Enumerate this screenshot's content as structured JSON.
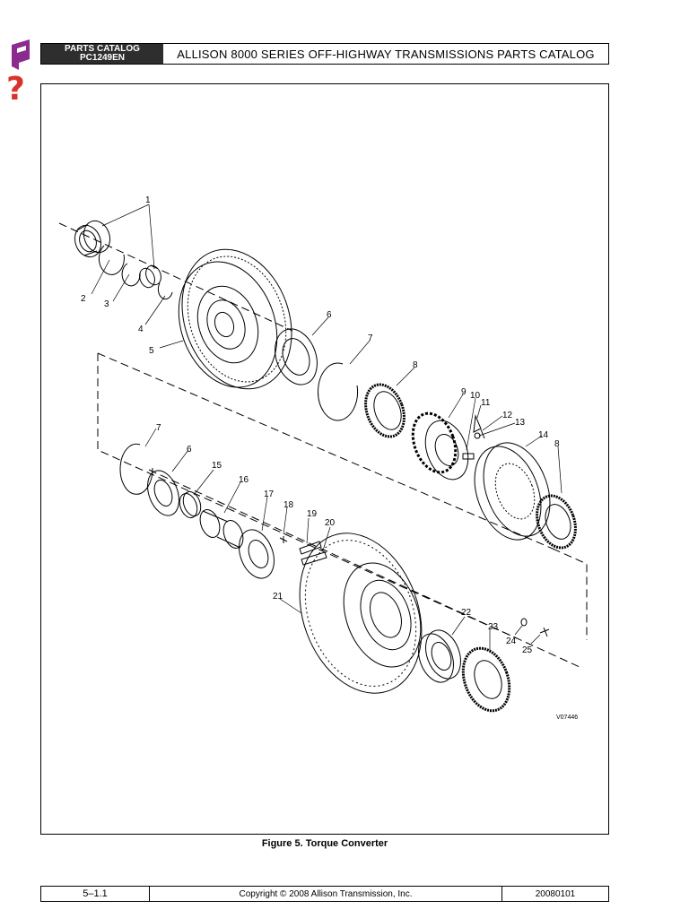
{
  "header": {
    "badge_line1": "PARTS CATALOG",
    "badge_line2": "PC1249EN",
    "title": "ALLISON 8000 SERIES OFF-HIGHWAY TRANSMISSIONS PARTS CATALOG"
  },
  "nav": {
    "catalog_icon": "catalog-book-icon",
    "help_icon": "question-mark-icon",
    "help_symbol": "?"
  },
  "figure": {
    "drawing_id": "V07446",
    "callouts": [
      "1",
      "2",
      "3",
      "4",
      "5",
      "6",
      "7",
      "8",
      "9",
      "10",
      "11",
      "12",
      "13",
      "14",
      "8",
      "7",
      "6",
      "15",
      "16",
      "17",
      "18",
      "19",
      "20",
      "21",
      "22",
      "23",
      "24",
      "25"
    ],
    "caption": "Figure 5.  Torque Converter"
  },
  "footer": {
    "page": "5–1.1",
    "copyright": "Copyright © 2008 Allison Transmission, Inc.",
    "date": "20080101"
  },
  "colors": {
    "catalog_icon": "#8b2a8f",
    "help_icon": "#d9342b",
    "badge_bg": "#2e2e2e"
  }
}
